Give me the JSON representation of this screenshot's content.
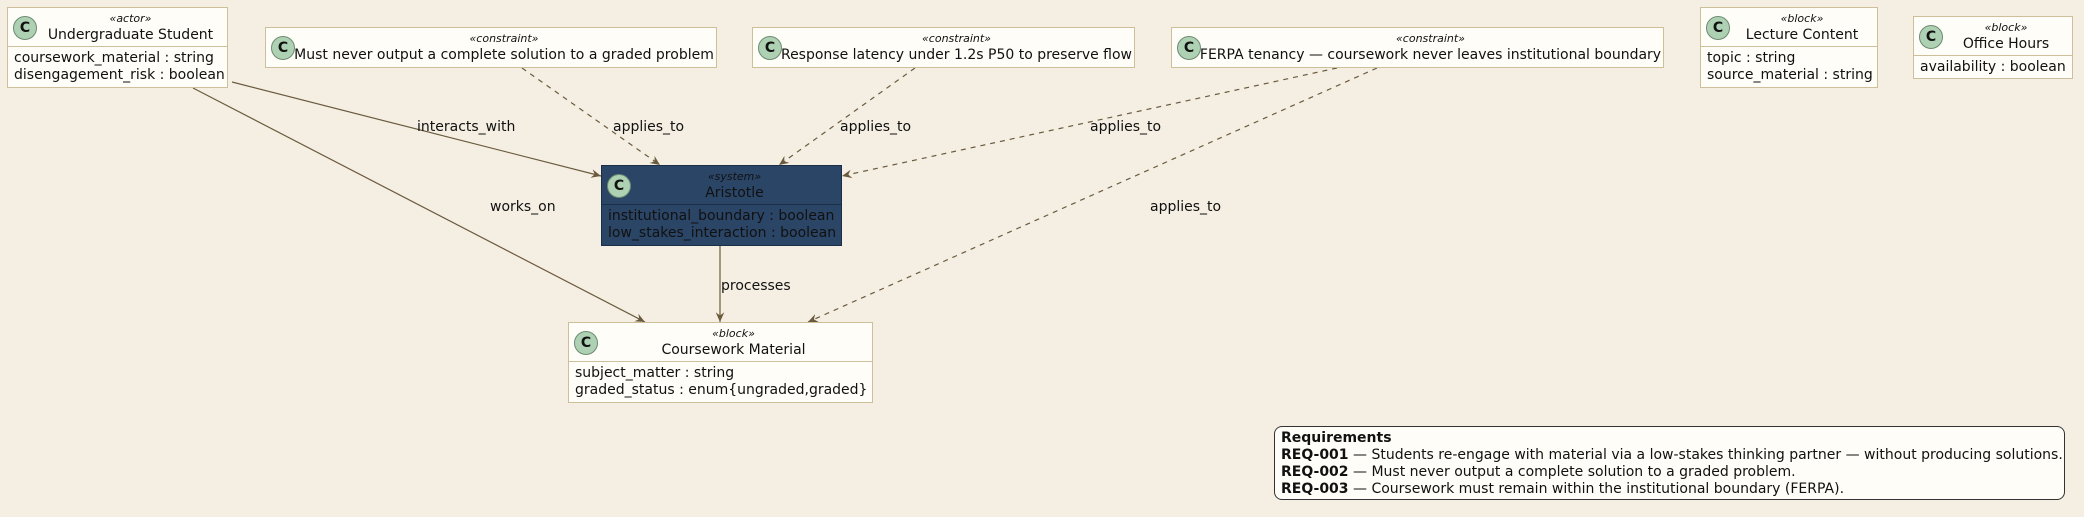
{
  "nodes": {
    "student": {
      "stereotype": "«actor»",
      "name": "Undergraduate Student",
      "attributes": [
        "coursework_material : string",
        "disengagement_risk : boolean"
      ]
    },
    "c1": {
      "stereotype": "«constraint»",
      "name": "Must never output a complete solution to a graded problem"
    },
    "c2": {
      "stereotype": "«constraint»",
      "name": "Response latency under 1.2s P50 to preserve flow"
    },
    "c3": {
      "stereotype": "«constraint»",
      "name": "FERPA tenancy — coursework never leaves institutional boundary"
    },
    "lecture": {
      "stereotype": "«block»",
      "name": "Lecture Content",
      "attributes": [
        "topic : string",
        "source_material : string"
      ]
    },
    "office": {
      "stereotype": "«block»",
      "name": "Office Hours",
      "attributes": [
        "availability : boolean"
      ]
    },
    "aristotle": {
      "stereotype": "«system»",
      "name": "Aristotle",
      "attributes": [
        "institutional_boundary : boolean",
        "low_stakes_interaction : boolean"
      ]
    },
    "coursework": {
      "stereotype": "«block»",
      "name": "Coursework Material",
      "attributes": [
        "subject_matter : string",
        "graded_status : enum{ungraded,graded}"
      ]
    }
  },
  "class_icon_glyph": "C",
  "edges": {
    "interacts_with": "interacts_with",
    "works_on": "works_on",
    "processes": "processes",
    "c1_applies": "applies_to",
    "c2_applies": "applies_to",
    "c3_applies_a": "applies_to",
    "c3_applies_c": "applies_to"
  },
  "requirements": {
    "heading": "Requirements",
    "items": [
      {
        "id": "REQ-001",
        "text": " — Students re-engage with material via a low-stakes thinking partner — without producing solutions."
      },
      {
        "id": "REQ-002",
        "text": " — Must never output a complete solution to a graded problem."
      },
      {
        "id": "REQ-003",
        "text": " — Coursework must remain within the institutional boundary (FERPA)."
      }
    ]
  },
  "colors": {
    "background": "#f5efe3",
    "system_fill": "#2a4566",
    "box_fill": "#fffdf7",
    "class_icon": "#add1b2",
    "edge": "#6b5b3e"
  }
}
